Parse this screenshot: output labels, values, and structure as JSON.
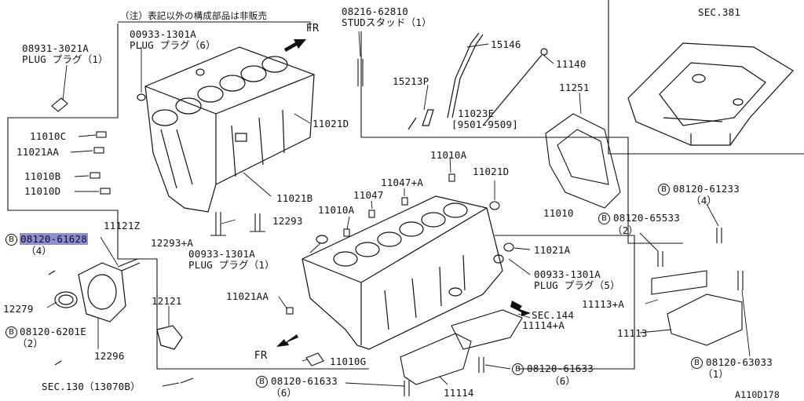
{
  "note": "（注）表記以外の構成部品は非販売",
  "bolt_mark": "B",
  "fr": "FR",
  "sec381": "SEC.381",
  "sec144": "SEC.144",
  "sec130": "SEC.130（13070B）",
  "figure_id": "A110D178",
  "parts": {
    "p08216": "08216-62810",
    "stud": "STUDスタッド（1）",
    "p15146": "15146",
    "p11140": "11140",
    "p15213P": "15213P",
    "p11023E": "11023E",
    "p11023E_range": "[9501-9509]",
    "p11251": "11251",
    "p08931": "08931-3021A",
    "plug1": "PLUG プラグ（1）",
    "p00933a": "00933-1301A",
    "plug6": "PLUG プラグ（6）",
    "p11021D_a": "11021D",
    "p11010C": "11010C",
    "p11021AA_a": "11021AA",
    "p11010B": "11010B",
    "p11010D": "11010D",
    "p11010A_a": "11010A",
    "p11047A": "11047+A",
    "p11047": "11047",
    "p11021D_b": "11021D",
    "p11021B": "11021B",
    "p11010A_b": "11010A",
    "p12293": "12293",
    "p12293A": "12293+A",
    "p00933b": "00933-1301A",
    "plug1b": "PLUG プラグ（1）",
    "p11010": "11010",
    "p11021A": "11021A",
    "p00933c": "00933-1301A",
    "plug5": "PLUG プラグ（5）",
    "p11121Z": "11121Z",
    "p08120_61628": "08120-61628",
    "q4a": "（4）",
    "p12279": "12279",
    "p12121": "12121",
    "p08120_6201E": "08120-6201E",
    "q2a": "（2）",
    "p12296": "12296",
    "p11021AA_b": "11021AA",
    "p11010G": "11010G",
    "p11114A": "11114+A",
    "p11114": "11114",
    "p08120_61633a": "08120-61633",
    "q6a": "（6）",
    "p08120_61633b": "08120-61633",
    "q6b": "（6）",
    "p08120_61233": "08120-61233",
    "q4b": "（4）",
    "p08120_65533": "08120-65533",
    "q2b": "（2）",
    "p11113A": "11113+A",
    "p11113": "11113",
    "p08120_63033": "08120-63033",
    "q1": "（1）"
  }
}
